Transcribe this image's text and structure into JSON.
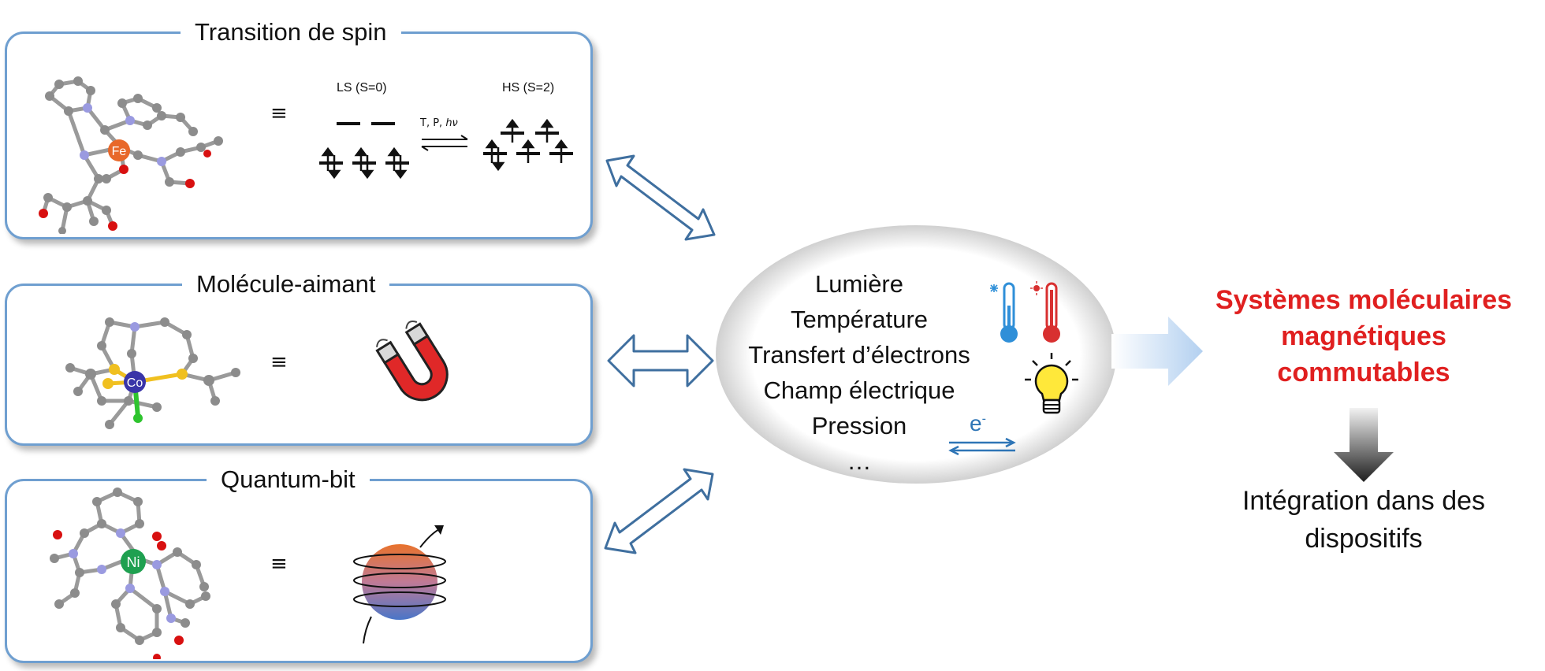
{
  "panels": {
    "spin_transition": {
      "title": "Transition de spin",
      "equiv_symbol": "≡",
      "metal_label": "Fe",
      "ls_label": "LS (S=0)",
      "hs_label": "HS (S=2)",
      "stimulus_label": "T, P, ",
      "stimulus_italic": "hν"
    },
    "single_molecule_magnet": {
      "title": "Molécule-aimant",
      "equiv_symbol": "≡",
      "metal_label": "Co",
      "icon": "horseshoe-magnet"
    },
    "quantum_bit": {
      "title": "Quantum-bit",
      "equiv_symbol": "≡",
      "metal_label": "Ni",
      "icon": "bloch-sphere"
    }
  },
  "stimuli": {
    "items": [
      "Lumière",
      "Température",
      "Transfert d’électrons",
      "Champ électrique",
      "Pression",
      "…"
    ],
    "electron_label": "e",
    "electron_superscript": "-",
    "icons": [
      "cold-thermometer",
      "hot-thermometer",
      "lightbulb",
      "electron-exchange-arrows"
    ]
  },
  "result": {
    "title_lines": [
      "Systèmes moléculaires",
      "magnétiques",
      "commutables"
    ],
    "integration_lines": [
      "Intégration dans des",
      "dispositifs"
    ]
  },
  "colors": {
    "panel_border": "#6f9fd0",
    "arrow_stroke": "#3f6f9f",
    "result_red": "#e02020",
    "electron_blue": "#2e75b6",
    "iron": "#e8682a",
    "cobalt": "#3a35a8",
    "nickel": "#1fa050",
    "sulfur": "#f0c020",
    "oxygen": "#d81010",
    "nitrogen": "#9a9ae0",
    "carbon": "#8c8c8c"
  }
}
